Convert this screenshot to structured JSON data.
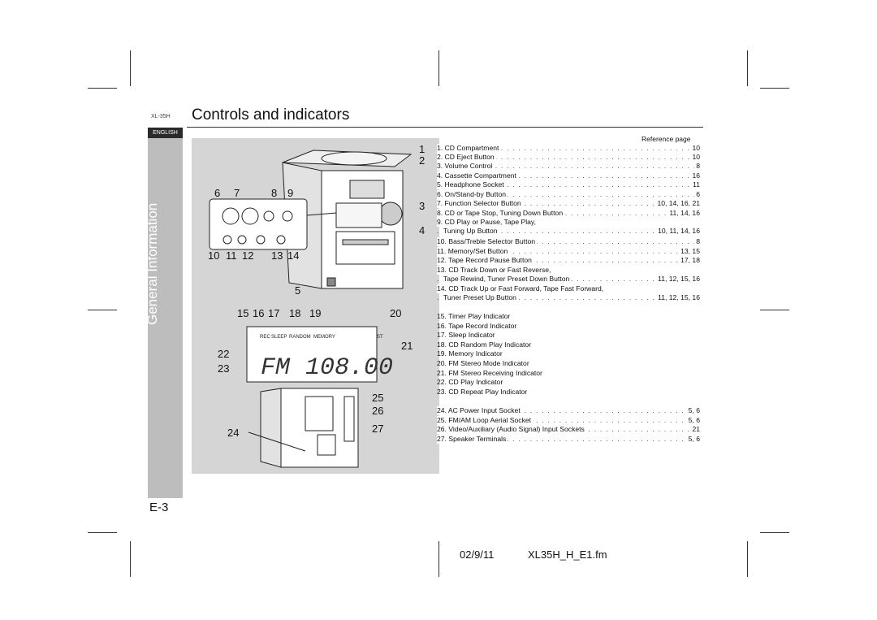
{
  "header": {
    "model": "XL-35H",
    "title": "Controls and indicators"
  },
  "sidebar": {
    "tab": "ENGLISH",
    "section": "General Information"
  },
  "page_number": "E-3",
  "reference_heading": "Reference page",
  "controls": [
    {
      "label": "1. CD Compartment",
      "pages": "10"
    },
    {
      "label": "2. CD Eject Button",
      "pages": "10"
    },
    {
      "label": "3. Volume Control",
      "pages": "8"
    },
    {
      "label": "4. Cassette Compartment",
      "pages": "16"
    },
    {
      "label": "5. Headphone Socket",
      "pages": "11"
    },
    {
      "label": "6. On/Stand-by Button",
      "pages": "6"
    },
    {
      "label": "7. Function Selector Button",
      "pages": "10, 14, 16, 21"
    },
    {
      "label": "8. CD or Tape Stop, Tuning Down Button",
      "pages": "11, 14, 16"
    },
    {
      "label": "9. CD Play or Pause, Tape Play,",
      "pages": ""
    },
    {
      "label": "Tuning Up Button",
      "pages": "10, 11, 14, 16"
    },
    {
      "label": "10. Bass/Treble Selector Button",
      "pages": "8"
    },
    {
      "label": "11. Memory/Set Button",
      "pages": "13, 15"
    },
    {
      "label": "12. Tape Record Pause Button",
      "pages": "17, 18"
    },
    {
      "label": "13. CD Track Down or Fast Reverse,",
      "pages": ""
    },
    {
      "label": "Tape Rewind, Tuner Preset Down Button",
      "pages": "11, 12, 15, 16"
    },
    {
      "label": "14. CD Track Up or Fast Forward, Tape Fast Forward,",
      "pages": ""
    },
    {
      "label": "Tuner Preset Up Button",
      "pages": "11, 12, 15, 16"
    }
  ],
  "indicators": [
    "15. Timer Play Indicator",
    "16. Tape Record Indicator",
    "17. Sleep Indicator",
    "18. CD Random Play Indicator",
    "19. Memory Indicator",
    "20. FM Stereo Mode Indicator",
    "21. FM Stereo Receiving Indicator",
    "22. CD Play Indicator",
    "23. CD Repeat Play Indicator"
  ],
  "rear": [
    {
      "label": "24. AC Power Input Socket",
      "pages": "5, 6"
    },
    {
      "label": "25. FM/AM Loop Aerial Socket",
      "pages": "5, 6"
    },
    {
      "label": "26. Video/Auxiliary (Audio Signal) Input Sockets",
      "pages": "21"
    },
    {
      "label": "27. Speaker Terminals",
      "pages": "5, 6"
    }
  ],
  "figure": {
    "callouts": [
      "1",
      "2",
      "3",
      "4",
      "5",
      "6",
      "7",
      "8",
      "9",
      "10",
      "11",
      "12",
      "13",
      "14",
      "15",
      "16",
      "17",
      "18",
      "19",
      "20",
      "21",
      "22",
      "23",
      "24",
      "25",
      "26",
      "27"
    ],
    "display_labels": {
      "rec": "REC",
      "sleep": "SLEEP",
      "random": "RANDOM",
      "memory": "MEMORY",
      "st": "ST"
    },
    "display_text": {
      "band": "FM",
      "freq": "108.00"
    }
  },
  "footer": {
    "date": "02/9/11",
    "file": "XL35H_H_E1.fm"
  }
}
